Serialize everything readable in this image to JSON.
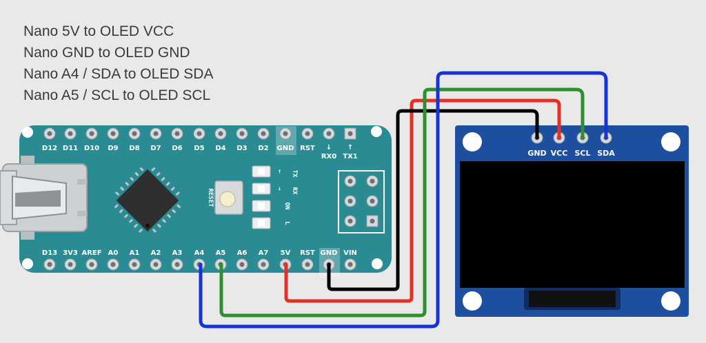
{
  "instructions": [
    "Nano 5V to OLED VCC",
    "Nano GND to OLED GND",
    "Nano A4 / SDA to OLED SDA",
    "Nano A5 / SCL to OLED SCL"
  ],
  "nano": {
    "top_pins": [
      "D12",
      "D11",
      "D10",
      "D9",
      "D8",
      "D7",
      "D6",
      "D5",
      "D4",
      "D3",
      "D2",
      "GND",
      "RST",
      "RX0",
      "TX1"
    ],
    "bottom_pins": [
      "D13",
      "3V3",
      "AREF",
      "A0",
      "A1",
      "A2",
      "A3",
      "A4",
      "A5",
      "A6",
      "A7",
      "5V",
      "RST",
      "GND",
      "VIN"
    ],
    "rx0_arrow": "↓",
    "tx1_arrow": "↑",
    "reset_label": "RESET",
    "led_tx": "TX",
    "led_rx": "RX",
    "led_on": "ON",
    "led_l": "L",
    "led_tx_arrow": "←",
    "led_rx_arrow": "→"
  },
  "oled": {
    "pins": [
      "GND",
      "VCC",
      "SCL",
      "SDA"
    ]
  },
  "colors": {
    "board": "#2a8b93",
    "oled_board": "#1e4f9e",
    "wire_5v": "#e53025",
    "wire_gnd": "#000000",
    "wire_sda": "#1733d6",
    "wire_scl": "#2f8f2f"
  }
}
